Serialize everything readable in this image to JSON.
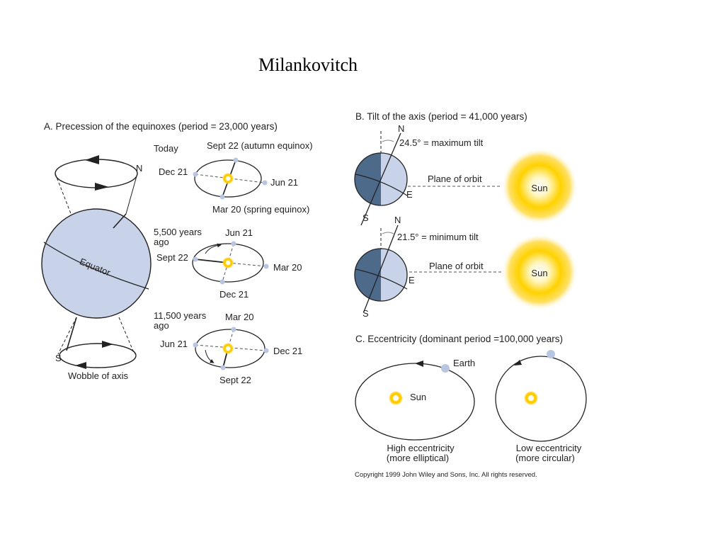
{
  "title": "Milankovitch",
  "panel_a": {
    "heading": "A.   Precession of the equinoxes (period = 23,000 years)",
    "north": "N",
    "south": "S",
    "equator": "Equator",
    "wobble": "Wobble of axis",
    "today": {
      "label": "Today",
      "top": "Sept 22 (autumn equinox)",
      "left": "Dec 21",
      "right": "Jun 21",
      "bottom": "Mar 20 (spring equinox)"
    },
    "ago5500": {
      "label_line1": "5,500 years",
      "label_line2": "ago",
      "top": "Jun 21",
      "left": "Sept 22",
      "right": "Mar 20",
      "bottom": "Dec 21"
    },
    "ago11500": {
      "label_line1": "11,500 years",
      "label_line2": "ago",
      "top": "Mar 20",
      "left": "Jun 21",
      "right": "Dec 21",
      "bottom": "Sept 22"
    }
  },
  "panel_b": {
    "heading": "B.   Tilt of the axis (period = 41,000 years)",
    "north": "N",
    "south": "S",
    "east": "E",
    "max_tilt": "24.5° = maximum tilt",
    "min_tilt": "21.5° = minimum tilt",
    "plane": "Plane of orbit",
    "sun": "Sun"
  },
  "panel_c": {
    "heading": "C.   Eccentricity (dominant period =100,000 years)",
    "earth": "Earth",
    "sun": "Sun",
    "high_line1": "High eccentricity",
    "high_line2": "(more elliptical)",
    "low_line1": "Low eccentricity",
    "low_line2": "(more circular)"
  },
  "copyright": "Copyright 1999 John Wiley and Sons, Inc. All rights reserved.",
  "colors": {
    "globe": "#c8d3ea",
    "globe_dark": "#4e6a8a",
    "sun_core": "#ffd700",
    "earth_dot": "#b8c6e2",
    "line": "#222222"
  }
}
